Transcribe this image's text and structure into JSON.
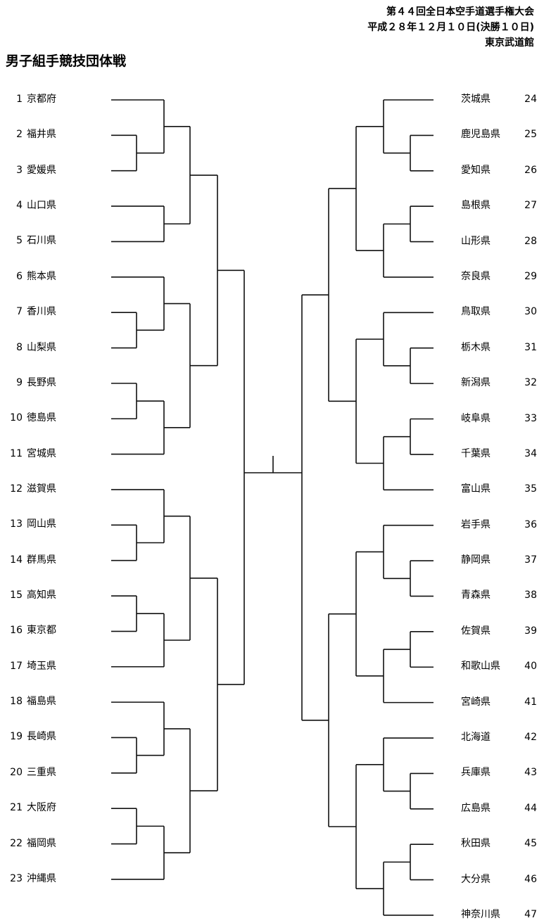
{
  "header": {
    "event": "第４４回全日本空手道選手権大会",
    "date": "平成２８年１２月１０日(決勝１０日)",
    "venue": "東京武道館"
  },
  "title": "男子組手競技団体戦",
  "left_teams": [
    {
      "no": "1",
      "name": "京都府"
    },
    {
      "no": "2",
      "name": "福井県"
    },
    {
      "no": "3",
      "name": "愛媛県"
    },
    {
      "no": "4",
      "name": "山口県"
    },
    {
      "no": "5",
      "name": "石川県"
    },
    {
      "no": "6",
      "name": "熊本県"
    },
    {
      "no": "7",
      "name": "香川県"
    },
    {
      "no": "8",
      "name": "山梨県"
    },
    {
      "no": "9",
      "name": "長野県"
    },
    {
      "no": "10",
      "name": "徳島県"
    },
    {
      "no": "11",
      "name": "宮城県"
    },
    {
      "no": "12",
      "name": "滋賀県"
    },
    {
      "no": "13",
      "name": "岡山県"
    },
    {
      "no": "14",
      "name": "群馬県"
    },
    {
      "no": "15",
      "name": "高知県"
    },
    {
      "no": "16",
      "name": "東京都"
    },
    {
      "no": "17",
      "name": "埼玉県"
    },
    {
      "no": "18",
      "name": "福島県"
    },
    {
      "no": "19",
      "name": "長崎県"
    },
    {
      "no": "20",
      "name": "三重県"
    },
    {
      "no": "21",
      "name": "大阪府"
    },
    {
      "no": "22",
      "name": "福岡県"
    },
    {
      "no": "23",
      "name": "沖縄県"
    }
  ],
  "right_teams": [
    {
      "no": "24",
      "name": "茨城県"
    },
    {
      "no": "25",
      "name": "鹿児島県"
    },
    {
      "no": "26",
      "name": "愛知県"
    },
    {
      "no": "27",
      "name": "島根県"
    },
    {
      "no": "28",
      "name": "山形県"
    },
    {
      "no": "29",
      "name": "奈良県"
    },
    {
      "no": "30",
      "name": "鳥取県"
    },
    {
      "no": "31",
      "name": "栃木県"
    },
    {
      "no": "32",
      "name": "新潟県"
    },
    {
      "no": "33",
      "name": "岐阜県"
    },
    {
      "no": "34",
      "name": "千葉県"
    },
    {
      "no": "35",
      "name": "富山県"
    },
    {
      "no": "36",
      "name": "岩手県"
    },
    {
      "no": "37",
      "name": "静岡県"
    },
    {
      "no": "38",
      "name": "青森県"
    },
    {
      "no": "39",
      "name": "佐賀県"
    },
    {
      "no": "40",
      "name": "和歌山県"
    },
    {
      "no": "41",
      "name": "宮崎県"
    },
    {
      "no": "42",
      "name": "北海道"
    },
    {
      "no": "43",
      "name": "兵庫県"
    },
    {
      "no": "44",
      "name": "広島県"
    },
    {
      "no": "45",
      "name": "秋田県"
    },
    {
      "no": "46",
      "name": "大分県"
    },
    {
      "no": "47",
      "name": "神奈川県"
    }
  ],
  "left_tree": [
    [
      [
        [
          1,
          [
            2,
            3
          ]
        ],
        [
          4,
          5
        ]
      ],
      [
        [
          6,
          [
            7,
            8
          ]
        ],
        [
          [
            9,
            10
          ],
          11
        ]
      ]
    ],
    [
      [
        [
          12,
          [
            13,
            14
          ]
        ],
        [
          [
            15,
            16
          ],
          17
        ]
      ],
      [
        [
          18,
          [
            19,
            20
          ]
        ],
        [
          [
            21,
            22
          ],
          23
        ]
      ]
    ]
  ],
  "right_tree": [
    [
      [
        [
          24,
          [
            25,
            26
          ]
        ],
        [
          [
            27,
            28
          ],
          29
        ]
      ],
      [
        [
          30,
          [
            31,
            32
          ]
        ],
        [
          [
            33,
            34
          ],
          35
        ]
      ]
    ],
    [
      [
        [
          36,
          [
            37,
            38
          ]
        ],
        [
          [
            39,
            40
          ],
          41
        ]
      ],
      [
        [
          42,
          [
            43,
            44
          ]
        ],
        [
          [
            45,
            46
          ],
          47
        ]
      ]
    ]
  ]
}
